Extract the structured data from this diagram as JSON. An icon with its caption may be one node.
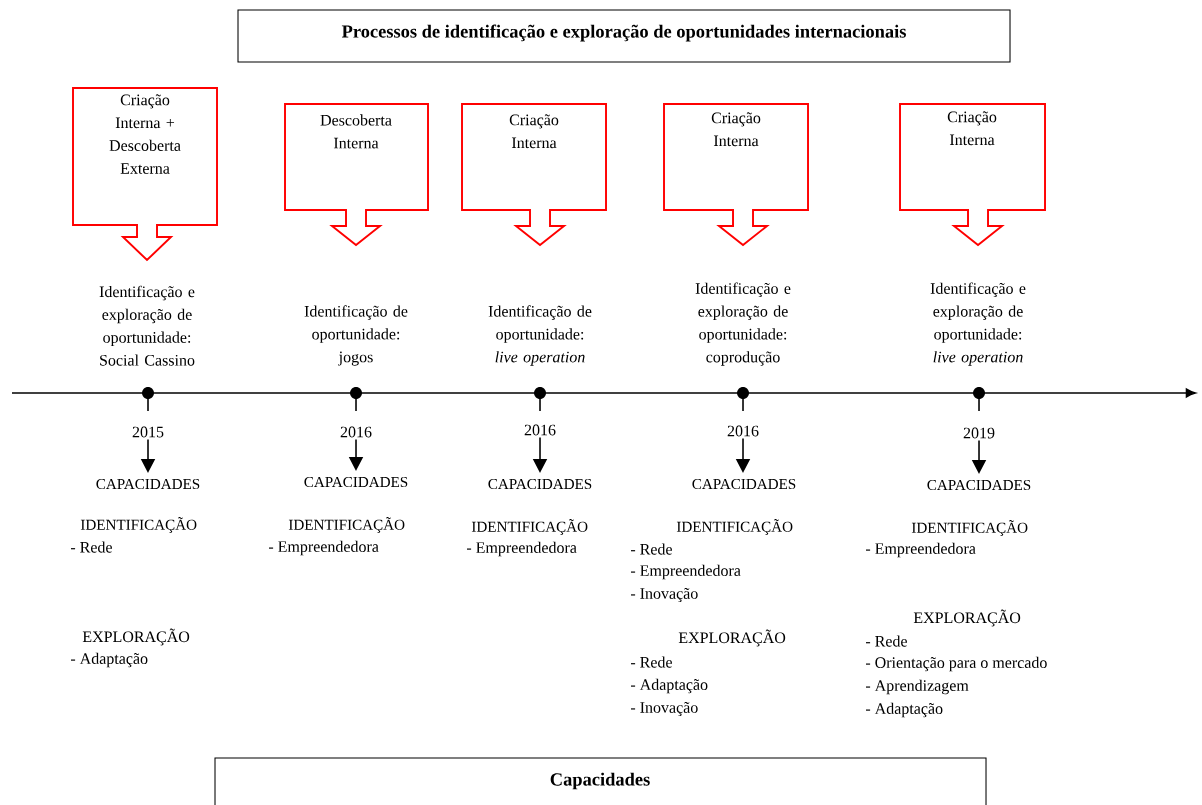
{
  "diagram": {
    "nodes": [
      {
        "text": [
          "Processos de identificação e exploração de oportunidades internacionais"
        ]
      },
      {
        "text": [
          "Criação Interna + Descoberta Externa"
        ],
        "beside": [
          "Identificação e exploração de oportunidade: Social Cassino"
        ]
      },
      {
        "text": [
          "Descoberta Interna"
        ],
        "beside": [
          "Identificação de oportunidade: jogos"
        ]
      },
      {
        "text": [
          "Criação Interna"
        ],
        "beside": [
          "Identificação de oportunidade: *live operation*"
        ]
      },
      {
        "text": [
          "Criação Interna"
        ],
        "beside": [
          "Identificação e exploração de oportunidade: coprodução"
        ]
      },
      {
        "text": [
          "Criação Interna"
        ],
        "beside": [
          "Identificação e exploração de oportunidade: *live operation*"
        ]
      },
      {
        "text": [
          "2015"
        ]
      },
      {
        "text": [
          "2016"
        ]
      },
      {
        "text": [
          "2016"
        ]
      },
      {
        "text": [
          "2016"
        ]
      },
      {
        "text": [
          "2019"
        ]
      },
      {
        "text": [
          "CAPACIDADES",
          "IDENTIFICAÇÃO",
          "- Rede",
          "EXPLORAÇÃO",
          "- Adaptação"
        ]
      },
      {
        "text": [
          "CAPACIDADES",
          "IDENTIFICAÇÃO",
          "- Empreendedora"
        ]
      },
      {
        "text": [
          "CAPACIDADES",
          "IDENTIFICAÇÃO",
          "- Empreendedora"
        ]
      },
      {
        "text": [
          "CAPACIDADES",
          "IDENTIFICAÇÃO",
          "- Rede",
          "- Empreendedora",
          "- Inovação",
          "EXPLORAÇÃO",
          "- Rede",
          "- Adaptação",
          "- Inovação"
        ]
      },
      {
        "text": [
          "CAPACIDADES",
          "IDENTIFICAÇÃO",
          "- Empreendedora",
          "EXPLORAÇÃO",
          "- Rede",
          "- Orientação para o mercado",
          "- Aprendizagem",
          "- Adaptação"
        ]
      },
      {
        "text": [
          "Capacidades"
        ]
      }
    ],
    "edges": [
      {
        "from": 6,
        "to": 11,
        "arrow": "to"
      },
      {
        "from": 7,
        "to": 12,
        "arrow": "to"
      },
      {
        "from": 8,
        "to": 13,
        "arrow": "to"
      },
      {
        "from": 9,
        "to": 14,
        "arrow": "to"
      },
      {
        "from": 10,
        "to": 15,
        "arrow": "to"
      }
    ]
  }
}
